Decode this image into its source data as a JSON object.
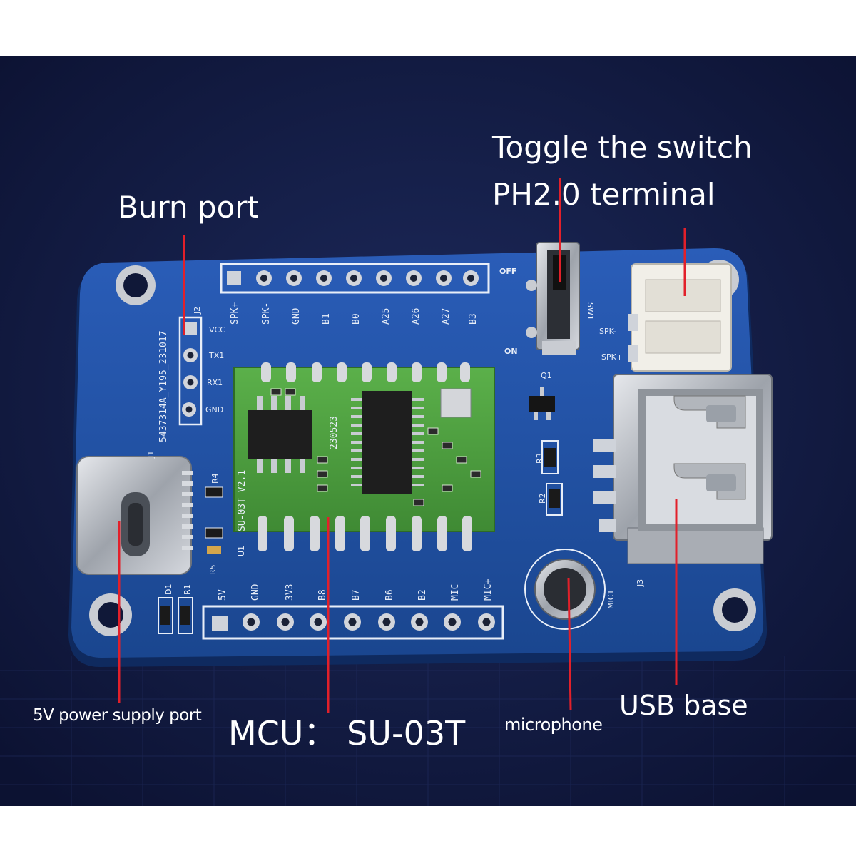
{
  "labels": {
    "toggle": "Toggle the switch",
    "ph": "PH2.0 terminal",
    "burn": "Burn port",
    "usb": "USB base",
    "power": "5V power supply port",
    "mcu": "MCU：  SU-03T",
    "mic": "microphone"
  },
  "board": {
    "part_no": "5437314A_Y195_231017",
    "module_name": "SU-03T V2.1",
    "module_date": "230523",
    "top_header": [
      "SPK+",
      "SPK-",
      "GND",
      "B1",
      "B0",
      "A25",
      "A26",
      "A27",
      "B3"
    ],
    "bottom_header": [
      "5V",
      "GND",
      "3V3",
      "B8",
      "B7",
      "B6",
      "B2",
      "MIC",
      "MIC+"
    ],
    "burn_pins": [
      "VCC",
      "TX1",
      "RX1",
      "GND"
    ],
    "refdes": {
      "j2": "J2",
      "j1": "J1",
      "j3": "J3",
      "sw1": "SW1",
      "q1": "Q1",
      "r1": "R1",
      "r2": "R2",
      "r3": "R3",
      "r4": "R4",
      "r5": "R5",
      "d1": "D1",
      "u1": "U1",
      "mic1": "MIC1"
    },
    "switch_off": "OFF",
    "switch_on": "ON",
    "ph_spk_minus": "SPK-",
    "ph_spk_plus": "SPK+"
  },
  "colors": {
    "background": "#121a3e",
    "board": "#1f4fa3",
    "module": "#4c9e3e",
    "leader_line": "#e2202a",
    "label_text": "#ffffff"
  }
}
